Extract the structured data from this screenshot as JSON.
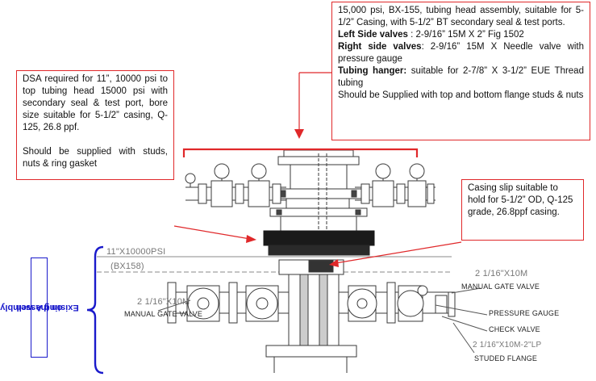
{
  "callout_top": {
    "line1": "15,000 psi, BX-155, tubing head assembly, suitable for 5-1/2” Casing, with 5-1/2” BT secondary seal & test ports.",
    "left_label": "Left Side valves",
    "left_text": " : 2-9/16” 15M X 2” Fig 1502",
    "right_label": "Right side valves",
    "right_text": ": 2-9/16” 15M X Needle valve with pressure gauge",
    "hanger_label": "Tubing hanger:",
    "hanger_text": " suitable for 2-7/8” X 3-1/2” EUE Thread tubing",
    "supply": "Should be Supplied with top and bottom flange studs & nuts"
  },
  "callout_left": {
    "para1": "DSA required for 11”, 10000 psi to top tubing head 15000 psi with secondary seal & test port, bore size suitable for 5-1/2” casing, Q-125, 26.8 ppf.",
    "para2": "Should be supplied with studs, nuts & ring gasket"
  },
  "callout_right": {
    "text": "Casing slip suitable to hold for 5-1/2” OD, Q-125 grade, 26.8ppf casing."
  },
  "existing_label": {
    "line1": "Existing Assembly",
    "line2": "on the well"
  },
  "drawing_labels": {
    "flange_rating": "11\"X10000PSI",
    "ring": "(BX158)",
    "left_valve_size": "2 1/16\"X10M",
    "left_valve_name": "MANUAL GATE VALVE",
    "right_valve_size": "2 1/16\"X10M",
    "right_valve_name": "MANUAL GATE VALVE",
    "pressure_gauge": "PRESSURE GAUGE",
    "check_valve": "CHECK VALVE",
    "studded_size": "2 1/16\"X10M-2\"LP",
    "studded_flange": "STUDED FLANGE"
  },
  "colors": {
    "callout_border": "#e0282a",
    "existing": "#1a1acb",
    "drawing": "#3a3a3a"
  }
}
